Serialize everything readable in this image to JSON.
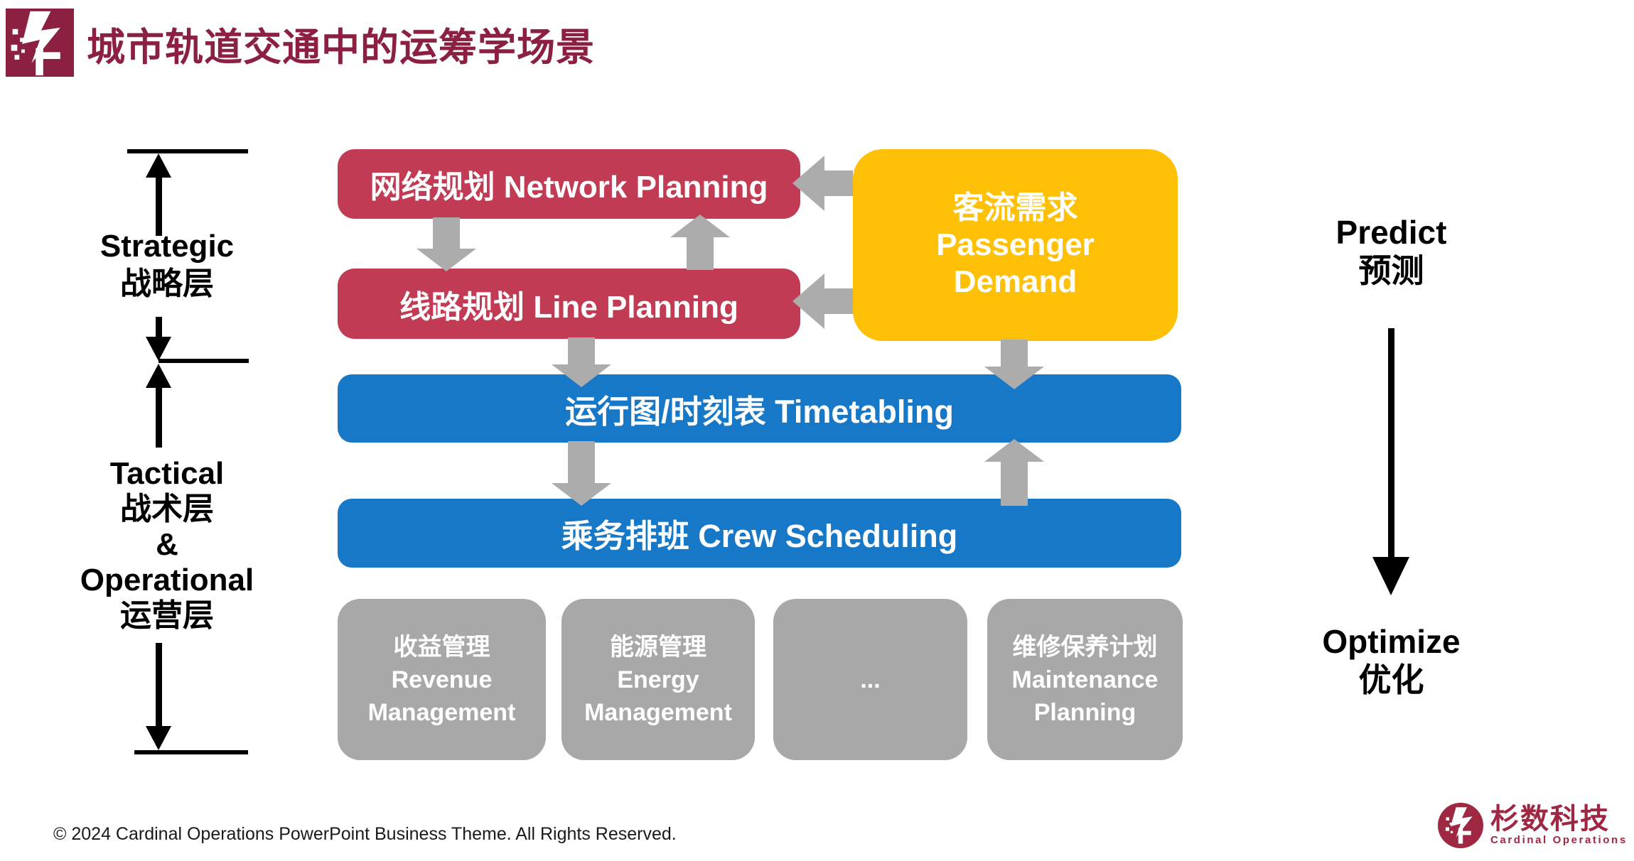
{
  "header": {
    "title": "城市轨道交通中的运筹学场景"
  },
  "left_axis": {
    "strategic": "Strategic\n战略层",
    "tactical": "Tactical\n战术层\n&\nOperational\n运营层"
  },
  "diagram": {
    "network_planning": "网络规划 Network Planning",
    "line_planning": "线路规划 Line Planning",
    "passenger_demand": "客流需求\nPassenger\nDemand",
    "timetabling": "运行图/时刻表 Timetabling",
    "crew_scheduling": "乘务排班 Crew Scheduling",
    "ops_boxes": [
      {
        "label": "收益管理\nRevenue\nManagement"
      },
      {
        "label": "能源管理\nEnergy\nManagement"
      },
      {
        "label": "..."
      },
      {
        "label": "维修保养计划\nMaintenance\nPlanning"
      }
    ]
  },
  "right_axis": {
    "predict": "Predict\n预测",
    "optimize": "Optimize\n优化"
  },
  "footer": {
    "copyright": "© 2024 Cardinal Operations PowerPoint Business Theme. All Rights Reserved.",
    "company_cn": "杉数科技",
    "company_en": "Cardinal Operations"
  },
  "icons": {
    "brand_mark": "tree-bolt-icon",
    "footer_mark": "tree-circle-icon",
    "flow_arrows": [
      "arrow-left-icon",
      "arrow-down-icon",
      "arrow-up-icon"
    ]
  },
  "colors": {
    "brand_dark_red": "#8C2040",
    "box_red": "#C23B54",
    "box_yellow": "#FFC008",
    "box_blue": "#1878C8",
    "box_gray": "#A9A8A8",
    "arrow_gray": "#ACACAC",
    "text_black": "#000000",
    "footer_logo_red": "#9E2742"
  }
}
